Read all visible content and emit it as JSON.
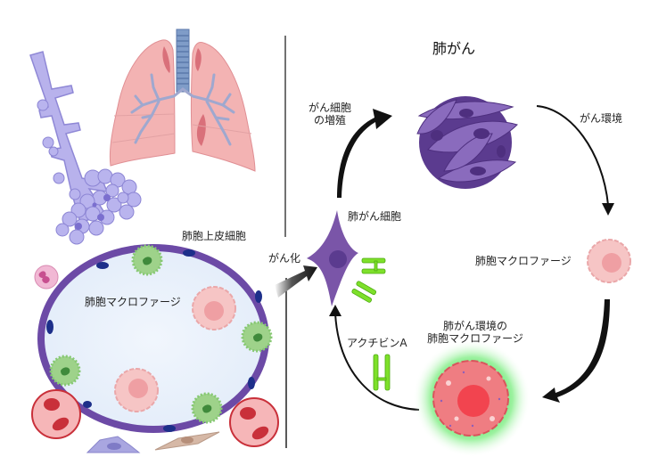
{
  "figure": {
    "title": "肺がん",
    "left_panel": {
      "labels": {
        "alveolar_epithelial_cells": "肺胞上皮細胞",
        "alveolar_macrophage": "肺胞マクロファージ"
      }
    },
    "right_panel": {
      "labels": {
        "canceration": "がん化",
        "lung_cancer_cell": "肺がん細胞",
        "cancer_cell_proliferation_line1": "がん細胞",
        "cancer_cell_proliferation_line2": "の増殖",
        "cancer_environment": "がん環境",
        "alveolar_macrophage": "肺胞マクロファージ",
        "tumor_macrophage_line1": "肺がん環境の",
        "tumor_macrophage_line2": "肺胞マクロファージ",
        "activin_a": "アクチビンA"
      }
    },
    "colors": {
      "cancer_purple": "#7a55a8",
      "cancer_dark": "#4e2f7f",
      "lung_pink": "#f2b4b4",
      "trachea_blue": "#7f9cc8",
      "alveoli_lavender": "#b3aee8",
      "epithelium_purple": "#6c4aa6",
      "nucleus_navy": "#1d2f8a",
      "lumen": "#e9f1fb",
      "macrophage_pink": "#f6c5c5",
      "green_cell": "#9ed28a",
      "activin_green": "#7ee02a",
      "red_cell": "#c9303a",
      "glow_green": "#35e04a",
      "tumor_macrophage": "#ef7d82",
      "tumor_nucleus": "#f2444f",
      "arrow": "#1a1a1a",
      "divider": "#333333"
    }
  }
}
